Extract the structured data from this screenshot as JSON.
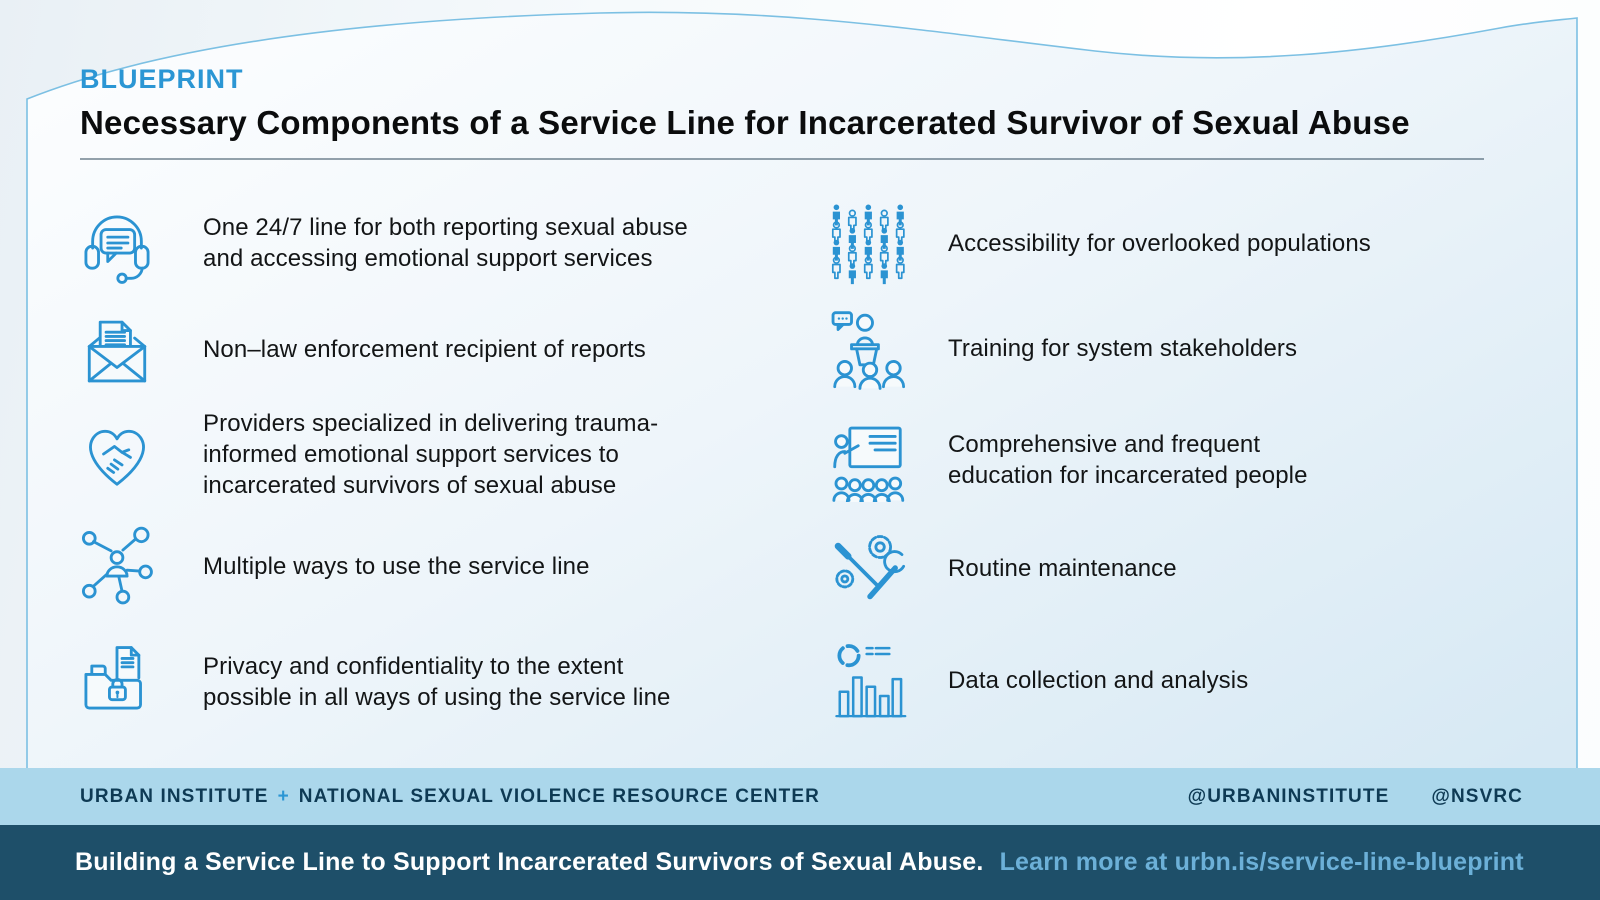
{
  "header": {
    "kicker": "BLUEPRINT",
    "title": "Necessary Components of a Service Line for Incarcerated Survivor of Sexual Abuse"
  },
  "items": {
    "left": [
      {
        "icon": "headset-chat-icon",
        "text": "One 24/7 line for both reporting sexual abuse\nand accessing emotional support services"
      },
      {
        "icon": "envelope-report-icon",
        "text": "Non–law enforcement recipient of reports"
      },
      {
        "icon": "heart-handshake-icon",
        "text": "Providers specialized in delivering trauma-\ninformed emotional support services to\nincarcerated survivors of sexual abuse"
      },
      {
        "icon": "network-people-icon",
        "text": "Multiple ways to use the service line"
      },
      {
        "icon": "folder-lock-icon",
        "text": "Privacy and confidentiality to the extent\npossible in all ways of using the service line"
      }
    ],
    "right": [
      {
        "icon": "population-crowd-icon",
        "text": "Accessibility for overlooked populations"
      },
      {
        "icon": "trainer-podium-icon",
        "text": "Training for system stakeholders"
      },
      {
        "icon": "presentation-board-icon",
        "text": "Comprehensive and frequent\neducation for incarcerated people"
      },
      {
        "icon": "tools-maintenance-icon",
        "text": "Routine maintenance"
      },
      {
        "icon": "data-charts-icon",
        "text": "Data collection and analysis"
      }
    ]
  },
  "footer": {
    "org_left": "URBAN INSTITUTE",
    "plus": "+",
    "org_right": "NATIONAL SEXUAL VIOLENCE RESOURCE CENTER",
    "handles": [
      "@URBANINSTITUTE",
      "@NSVRC"
    ]
  },
  "bottom_bar": {
    "statement": "Building a Service Line to Support Incarcerated Survivors of Sexual Abuse.",
    "link_text": "Learn more at urbn.is/service-line-blueprint"
  },
  "colors": {
    "accent_blue": "#2b96d4",
    "icon_stroke": "#2b93d2",
    "card_border": "#7cc0e3",
    "footer_bar": "#abd7eb",
    "footer_text": "#0e3a54",
    "bottom_bar": "#1e4f69",
    "link_blue": "#6cb0d8",
    "body_text": "#131516"
  }
}
